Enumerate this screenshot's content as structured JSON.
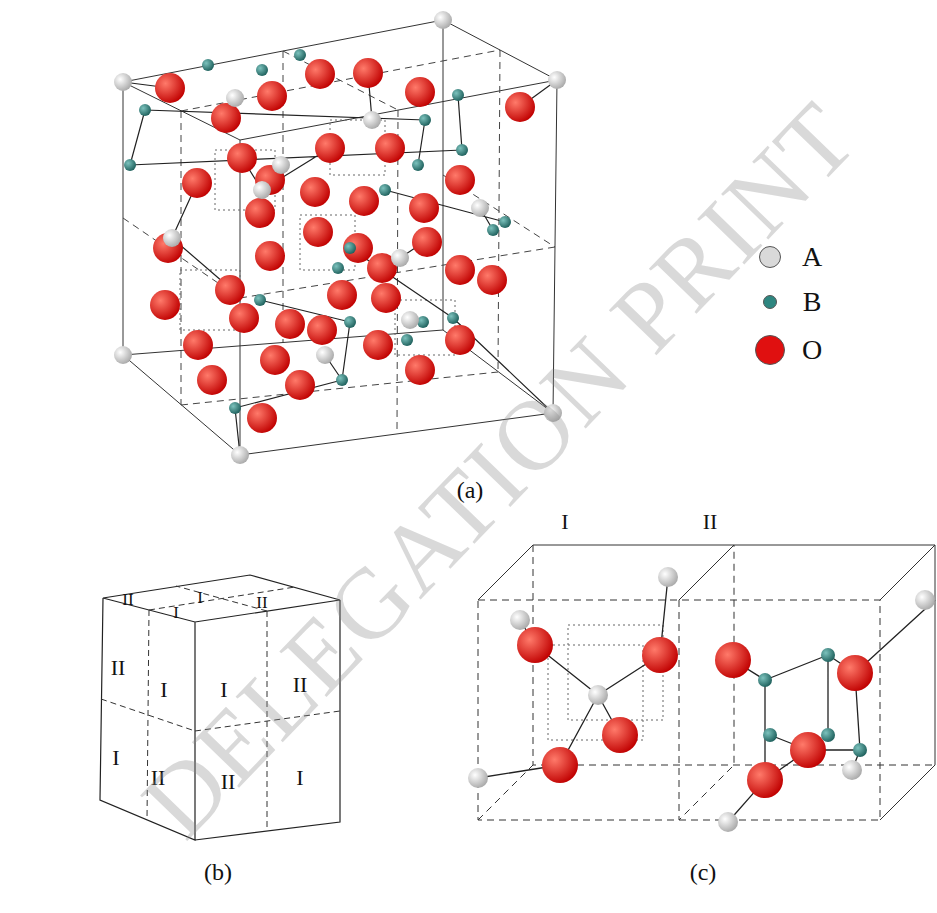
{
  "diagram": {
    "labels": [
      "(a)",
      "(b)",
      "(c)",
      "II",
      "I",
      "I",
      "II",
      "II",
      "I",
      "I",
      "II",
      "I",
      "II",
      "II",
      "I",
      "I",
      "II",
      "DELEGATION PRINT"
    ],
    "legend": [
      {
        "text": "A",
        "color": "#d9d9d9"
      },
      {
        "text": "B",
        "color": "#2e8680"
      },
      {
        "text": "O",
        "color": "#e01010"
      }
    ]
  }
}
